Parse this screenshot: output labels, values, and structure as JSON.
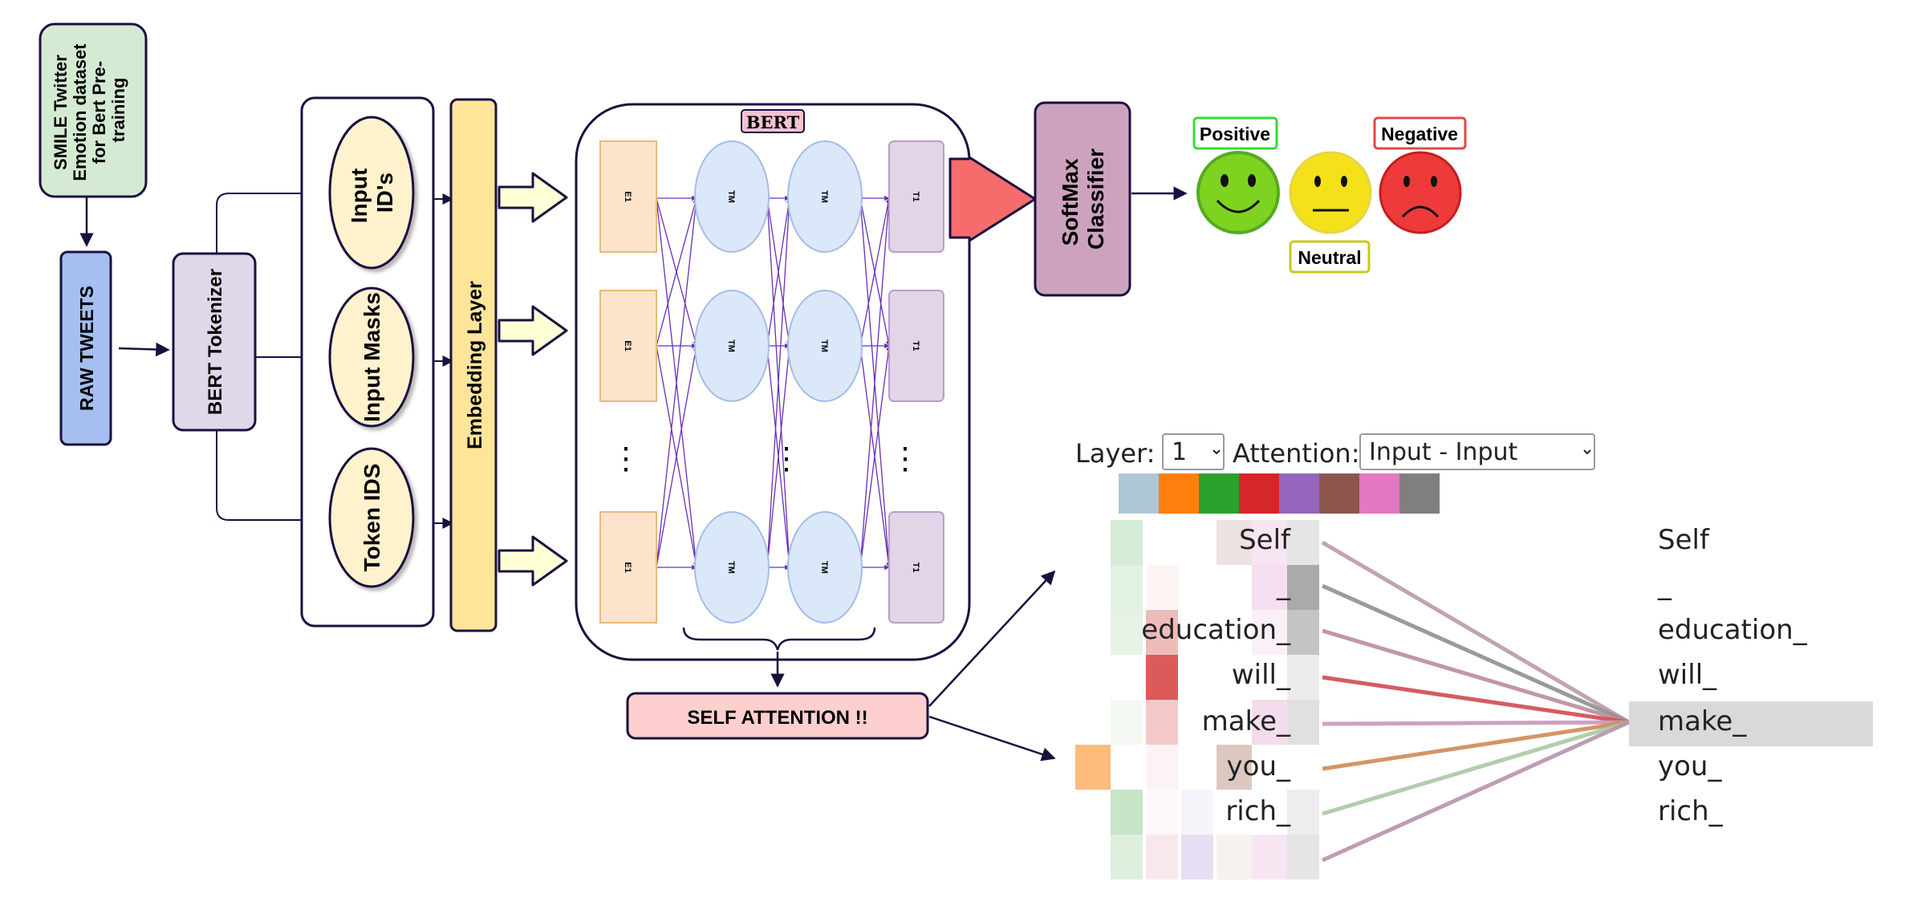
{
  "pipeline": {
    "dataset_label": [
      "SMILE Twitter",
      "Emotion dataset",
      "for Bert Pre-",
      "training"
    ],
    "raw_tweets": "RAW TWEETS",
    "tokenizer": "BERT Tokenizer",
    "inputs": {
      "input_ids": [
        "Input",
        "ID's"
      ],
      "input_masks": "Input Masks",
      "token_ids": "Token IDS"
    },
    "embedding_layer": "Embedding Layer",
    "bert_title": "BERT",
    "e_label": "E1",
    "tm_label": "TM",
    "t_label": "T1",
    "ellipsis": "⋮",
    "self_attention": "SELF ATTENTION !!",
    "classifier": [
      "SoftMax",
      "Classifier"
    ]
  },
  "sentiments": {
    "positive": "Positive",
    "neutral": "Neutral",
    "negative": "Negative",
    "colors": {
      "positive": "#7ed321",
      "neutral": "#f5e11a",
      "negative": "#ee3a3a"
    }
  },
  "attention_viz": {
    "layer_label": "Layer:",
    "layer_value": "1",
    "attention_label": "Attention:",
    "attention_value": "Input - Input",
    "head_colors": [
      "#aec7d6",
      "#ff7f0e",
      "#2ca02c",
      "#d62728",
      "#9467bd",
      "#8c564b",
      "#e377c2",
      "#7f7f7f"
    ],
    "tokens": [
      "Self",
      "_",
      "education_",
      "will_",
      "make_",
      "you_",
      "rich_"
    ],
    "selected_token": "make_"
  }
}
